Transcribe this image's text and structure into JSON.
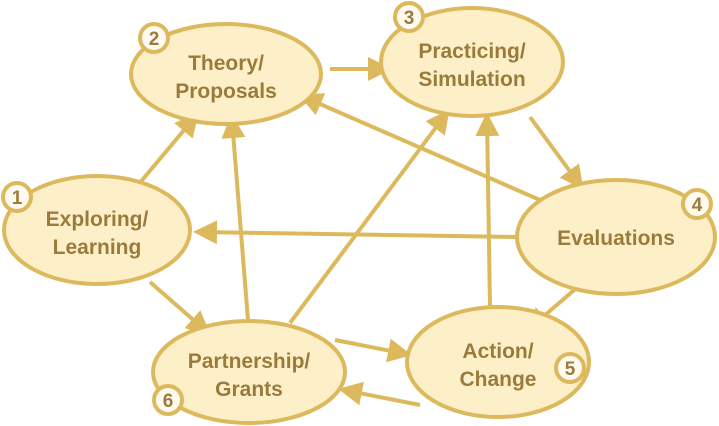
{
  "colors": {
    "fill": "#fdf0c8",
    "stroke": "#dcb95c",
    "text": "#9b7b3c",
    "badge_fill": "#fffaf0"
  },
  "nodes": [
    {
      "id": "1",
      "number": "1",
      "line1": "Exploring/",
      "line2": "Learning"
    },
    {
      "id": "2",
      "number": "2",
      "line1": "Theory/",
      "line2": "Proposals"
    },
    {
      "id": "3",
      "number": "3",
      "line1": "Practicing/",
      "line2": "Simulation"
    },
    {
      "id": "4",
      "number": "4",
      "line1": "Evaluations",
      "line2": ""
    },
    {
      "id": "5",
      "number": "5",
      "line1": "Action/",
      "line2": "Change"
    },
    {
      "id": "6",
      "number": "6",
      "line1": "Partnership/",
      "line2": "Grants"
    }
  ],
  "edges": [
    {
      "from": "1",
      "to": "2"
    },
    {
      "from": "2",
      "to": "3"
    },
    {
      "from": "3",
      "to": "4"
    },
    {
      "from": "4",
      "to": "2"
    },
    {
      "from": "4",
      "to": "1"
    },
    {
      "from": "4",
      "to": "5"
    },
    {
      "from": "1",
      "to": "6"
    },
    {
      "from": "6",
      "to": "2"
    },
    {
      "from": "6",
      "to": "3"
    },
    {
      "from": "6",
      "to": "5"
    },
    {
      "from": "5",
      "to": "3"
    },
    {
      "from": "5",
      "to": "6"
    }
  ]
}
